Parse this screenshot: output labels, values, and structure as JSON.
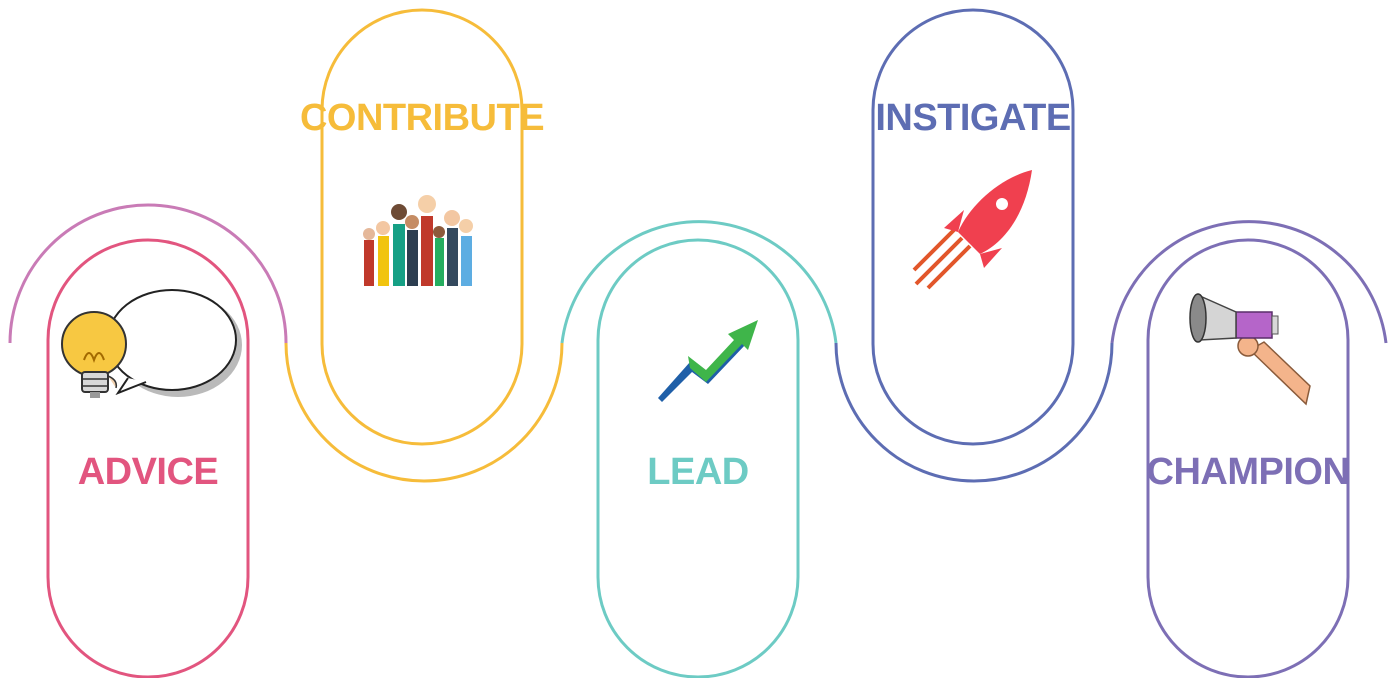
{
  "colors": {
    "advice": "#e2557f",
    "advice_arc": "#c97bb6",
    "contribute": "#f6bc3a",
    "lead": "#6dcbc4",
    "instigate": "#5d6db3",
    "champion": "#7d6fb5"
  },
  "stages": [
    {
      "label": "ADVICE",
      "icon": "lightbulb-speech-bubble-icon"
    },
    {
      "label": "CONTRIBUTE",
      "icon": "raised-hands-icon"
    },
    {
      "label": "LEAD",
      "icon": "growth-arrow-icon"
    },
    {
      "label": "INSTIGATE",
      "icon": "rocket-icon"
    },
    {
      "label": "CHAMPION",
      "icon": "megaphone-icon"
    }
  ]
}
